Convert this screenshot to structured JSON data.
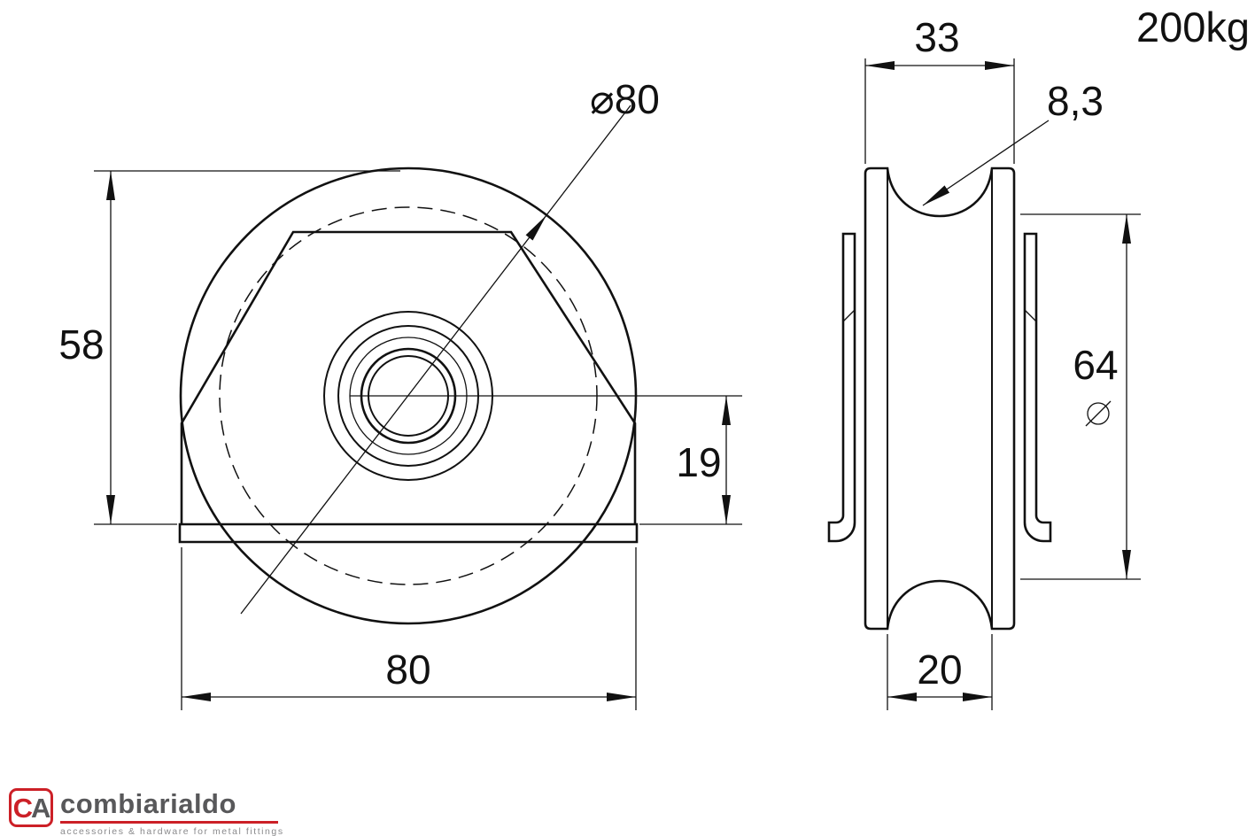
{
  "load_rating": "200kg",
  "front_view": {
    "diameter_label": "⌀80",
    "height_label": "58",
    "center_height_label": "19",
    "width_label": "80"
  },
  "side_view": {
    "width_label": "33",
    "groove_radius_label": "8,3",
    "groove_diameter_label": "64",
    "hub_width_label": "20"
  },
  "logo": {
    "monogram_c": "C",
    "monogram_a": "A",
    "name": "combiarialdo",
    "tagline": "accessories & hardware for metal fittings"
  },
  "colors": {
    "line": "#111111",
    "accent": "#cc2027",
    "logo_gray": "#58585a"
  }
}
